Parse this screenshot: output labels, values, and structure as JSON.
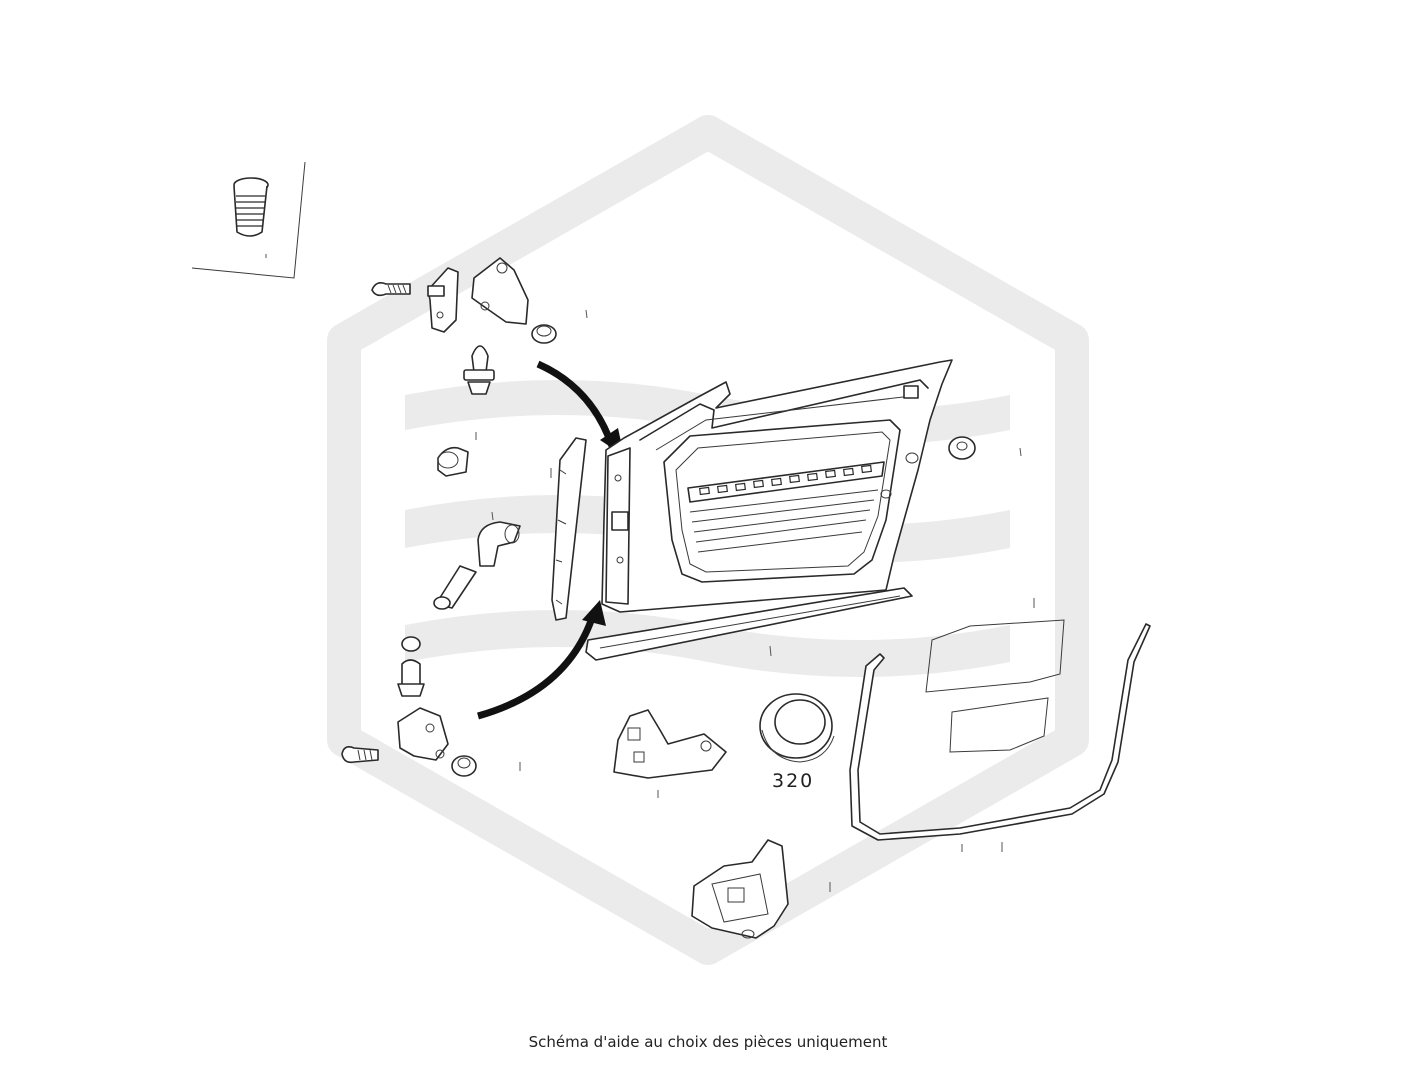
{
  "caption": "Schéma d'aide au choix des pièces uniquement",
  "part_label": "320",
  "colors": {
    "watermark": "#ebebeb",
    "line": "#2a2a2a",
    "arrow": "#111111"
  },
  "icons": {
    "watermark": "hexagon-logo-watermark"
  }
}
